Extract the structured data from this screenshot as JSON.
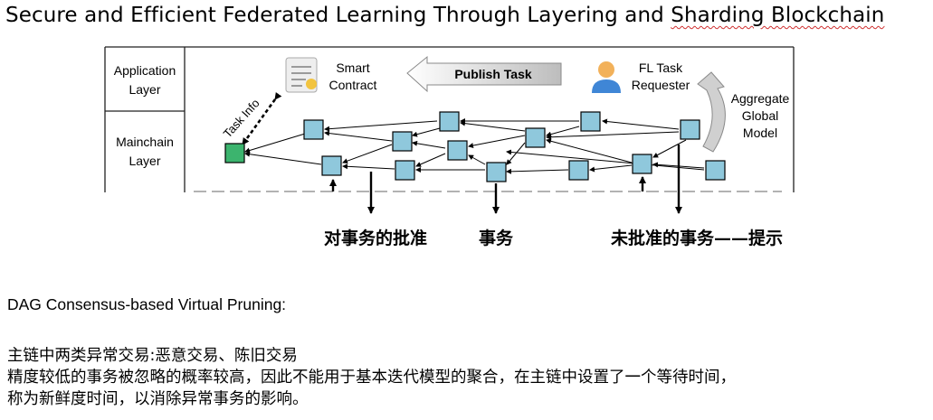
{
  "title": {
    "text_before": "Secure and Efficient Federated Learning Through Layering and ",
    "text_underlined": "Sharding Blockchain"
  },
  "diagram": {
    "layers": [
      "Application Layer",
      "Mainchain Layer"
    ],
    "application": {
      "smart_contract": "Smart Contract",
      "publish_task": "Publish Task",
      "requester": "FL Task Requester",
      "task_info": "Task Info",
      "aggregate": "Aggregate Global Model"
    },
    "annotations": {
      "approval": "对事务的批准",
      "transaction": "事务",
      "tips": "未批准的事务——提示"
    },
    "colors": {
      "node_fill": "#8fc8dc",
      "genesis_fill": "#3cb46e",
      "arrow_gray": "#c9c9c9"
    }
  },
  "body": {
    "heading": "DAG Consensus-based Virtual Pruning:",
    "line1": "主链中两类异常交易:恶意交易、陈旧交易",
    "line2": "精度较低的事务被忽略的概率较高，因此不能用于基本迭代模型的聚合，在主链中设置了一个等待时间，",
    "line3": "称为新鲜度时间，以消除异常事务的影响。"
  }
}
